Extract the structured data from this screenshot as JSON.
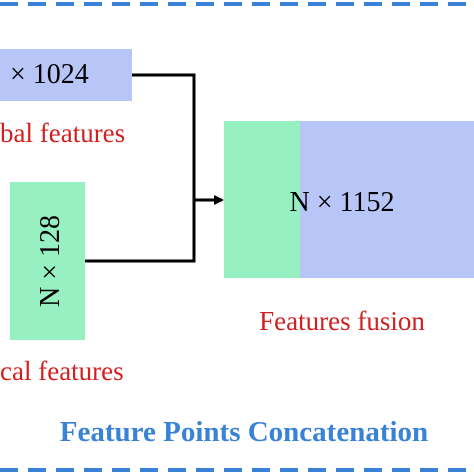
{
  "colors": {
    "frame_dash": "#3a82d6",
    "global_box": "#b8c6f7",
    "local_box": "#96f0c2",
    "fusion_green": "#96f0c2",
    "fusion_blue": "#b8c6f7",
    "label_red": "#d21f1f",
    "title_blue": "#3a82d6",
    "arrow": "#000000",
    "text": "#000000"
  },
  "global_block": {
    "dim_text": "× 1024",
    "label": "bal features"
  },
  "local_block": {
    "dim_text": "N × 128",
    "label": "cal features"
  },
  "fusion_block": {
    "dim_text": "N × 1152",
    "label": "Features fusion"
  },
  "title": "Feature Points Concatenation"
}
